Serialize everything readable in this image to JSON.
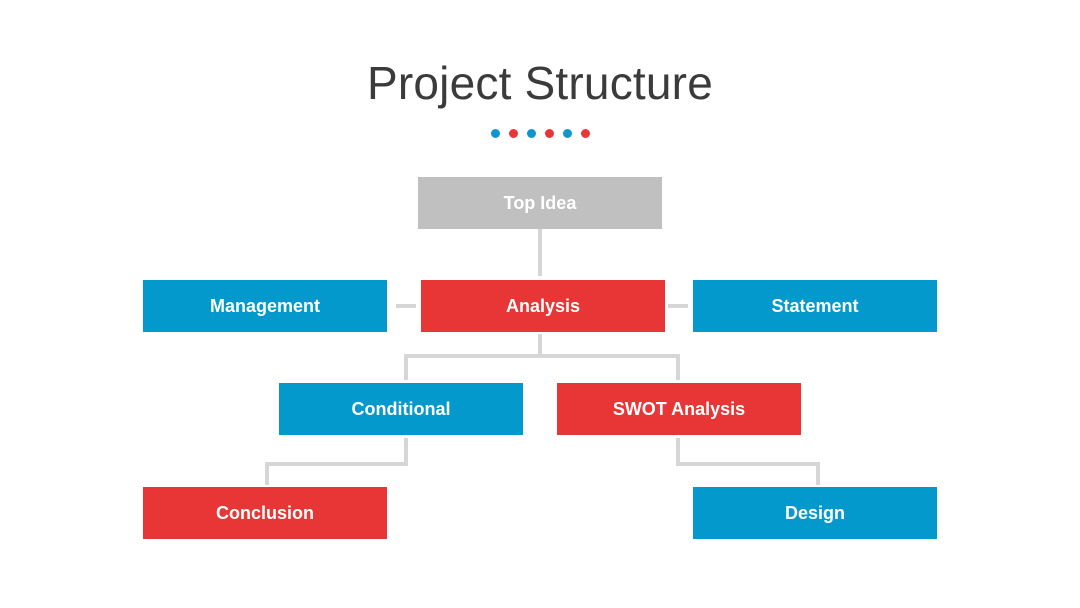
{
  "title": "Project Structure",
  "colors": {
    "blue": "#0399cd",
    "red": "#e83535",
    "gray": "#c0c0c0",
    "connector": "#d6d6d6"
  },
  "nodes": {
    "top_idea": "Top Idea",
    "management": "Management",
    "analysis": "Analysis",
    "statement": "Statement",
    "conditional": "Conditional",
    "swot_analysis": "SWOT Analysis",
    "conclusion": "Conclusion",
    "design": "Design"
  }
}
